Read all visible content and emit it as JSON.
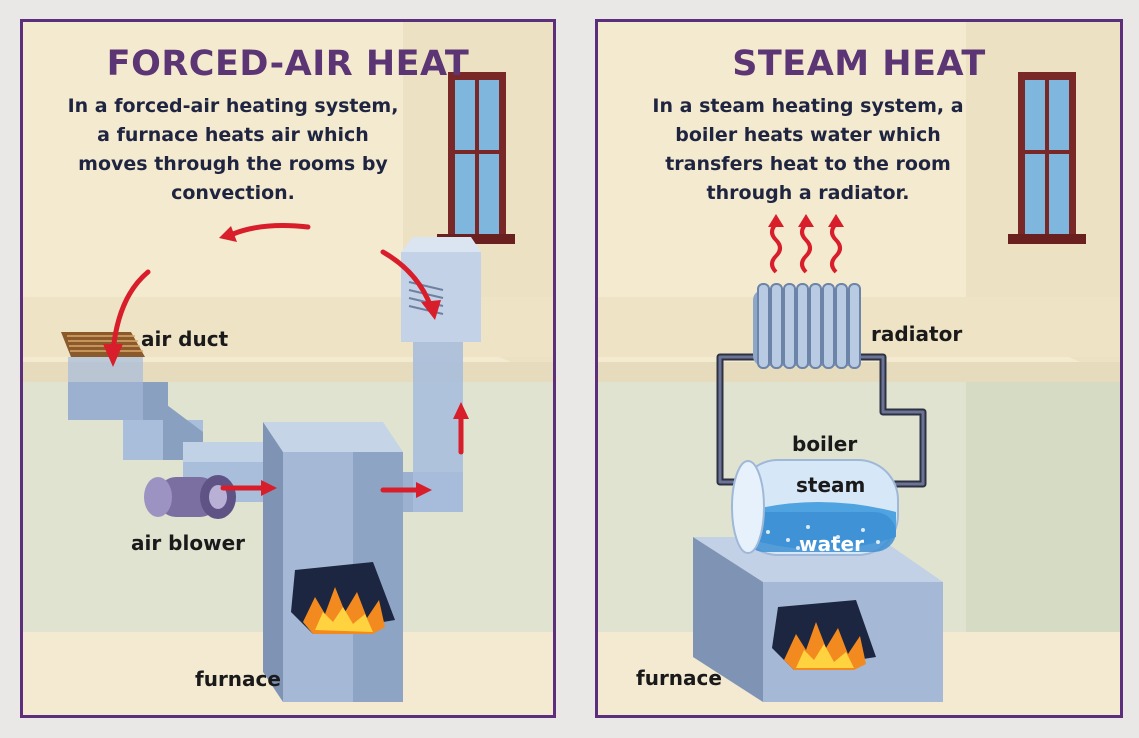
{
  "left_panel": {
    "title": "FORCED-AIR HEAT",
    "description": "In a forced-air heating system, a furnace heats air which moves through the rooms by convection.",
    "labels": {
      "air_duct": "air duct",
      "air_blower": "air blower",
      "furnace": "furnace"
    }
  },
  "right_panel": {
    "title": "STEAM HEAT",
    "description": "In a steam heating system, a boiler heats water which transfers heat to the room through a radiator.",
    "labels": {
      "radiator": "radiator",
      "boiler": "boiler",
      "steam": "steam",
      "water": "water",
      "furnace": "furnace"
    }
  },
  "colors": {
    "border": "#5b2f7c",
    "title": "#5b3574",
    "arrow": "#d81e2a",
    "duct": "#a9bedb",
    "upper_wall": "#f4ead0",
    "lower_wall": "#dfe3cf"
  }
}
